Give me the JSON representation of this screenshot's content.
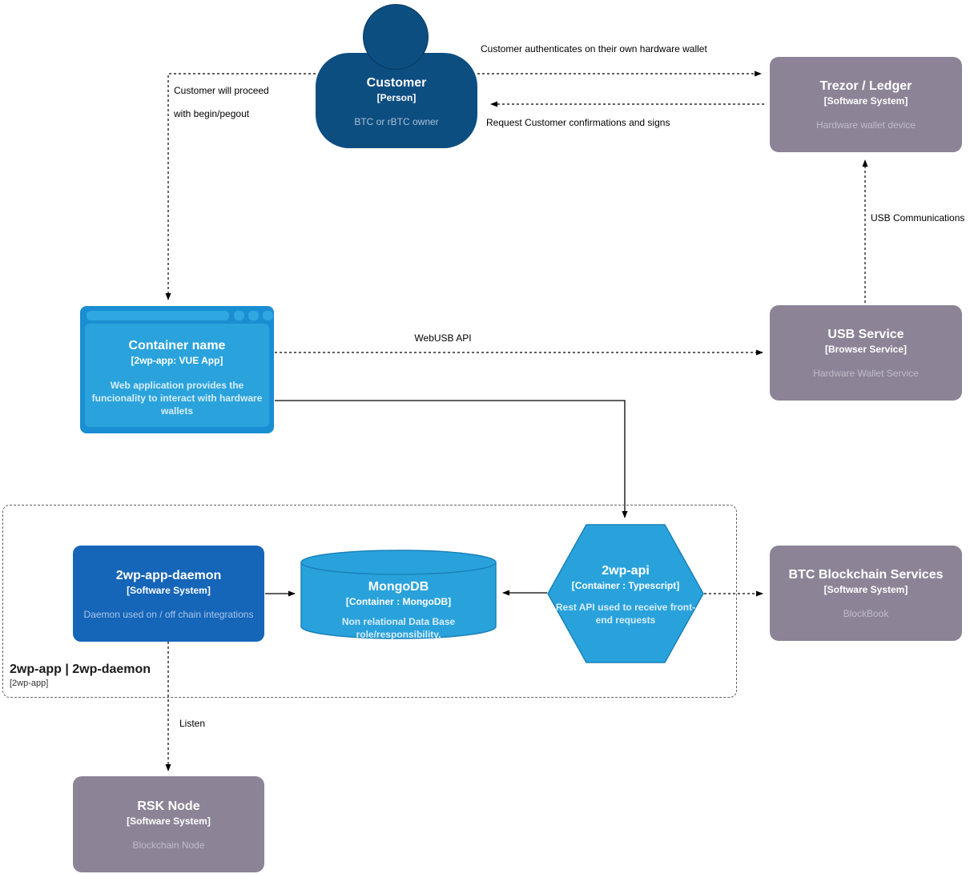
{
  "diagram": {
    "nodes": {
      "customer": {
        "title": "Customer",
        "subtitle": "[Person]",
        "description": "BTC or rBTC owner"
      },
      "trezor": {
        "title": "Trezor / Ledger",
        "subtitle": "[Software System]",
        "description": "Hardware wallet device"
      },
      "webapp": {
        "title": "Container name",
        "subtitle": "[2wp-app: VUE App]",
        "description": "Web application provides the funcionality to interact with hardware wallets"
      },
      "usb_service": {
        "title": "USB Service",
        "subtitle": "[Browser Service]",
        "description": "Hardware Wallet Service"
      },
      "daemon": {
        "title": "2wp-app-daemon",
        "subtitle": "[Software System]",
        "description": "Daemon used on / off chain integrations"
      },
      "mongodb": {
        "title": "MongoDB",
        "subtitle": "[Container : MongoDB]",
        "description": "Non relational Data Base role/responsibility."
      },
      "api": {
        "title": "2wp-api",
        "subtitle": "[Container : Typescript]",
        "description": "Rest API used to receive front-end requests"
      },
      "btc": {
        "title": "BTC Blockchain Services",
        "subtitle": "[Software System]",
        "description": "BlockBook"
      },
      "rsk": {
        "title": "RSK Node",
        "subtitle": "[Software System]",
        "description": "Blockchain Node"
      }
    },
    "boundary": {
      "title": "2wp-app | 2wp-daemon",
      "subtitle": "[2wp-app]"
    },
    "edges": {
      "auth": "Customer authenticates on their own hardware wallet",
      "confirm": "Request Customer confirmations and signs",
      "proceed_line1": "Customer will proceed",
      "proceed_line2": "with begin/pegout",
      "webusb": "WebUSB API",
      "usb_comm": "USB Communications",
      "listen": "Listen"
    },
    "colors": {
      "person_blue": "#0d4e81",
      "external_gray": "#8c8496",
      "container_blue": "#29a2dc",
      "container_stroke": "#1a82b8",
      "daemon_blue": "#1565b8"
    }
  }
}
